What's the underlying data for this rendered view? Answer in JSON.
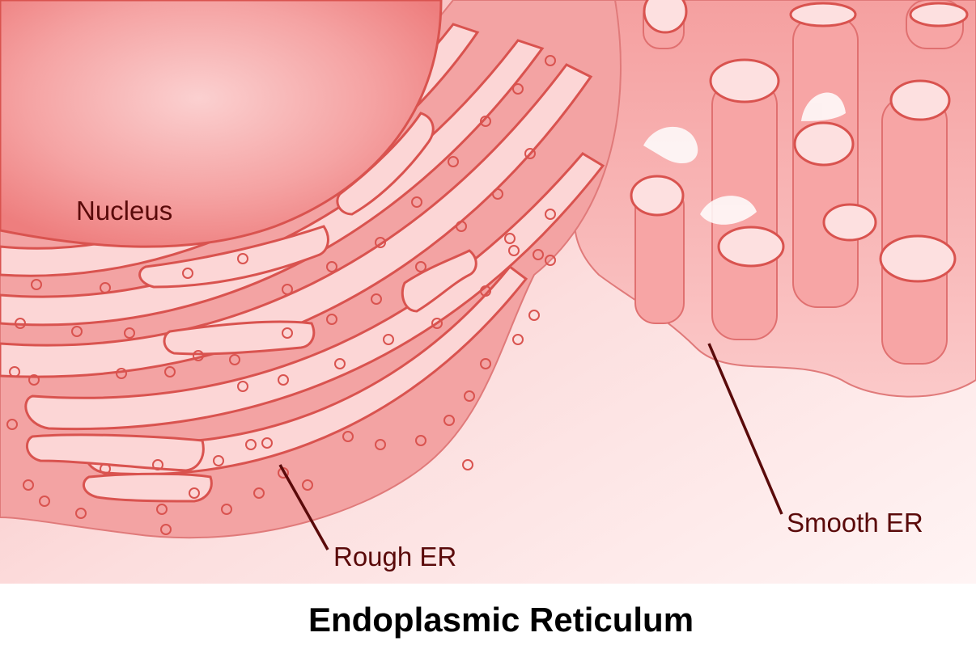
{
  "diagram": {
    "labels": {
      "nucleus": "Nucleus",
      "rough_er": "Rough ER",
      "smooth_er": "Smooth ER"
    },
    "caption": "Endoplasmic Reticulum",
    "colors": {
      "background_light": "#fde4e4",
      "membrane": "#f19595",
      "membrane_outline": "#d9534f",
      "lumen": "#fbd0d0",
      "nucleus": "#f28a8a",
      "leader_line": "#5a0a0a",
      "label_text": "#5a0a0a",
      "caption_text": "#000000"
    }
  }
}
